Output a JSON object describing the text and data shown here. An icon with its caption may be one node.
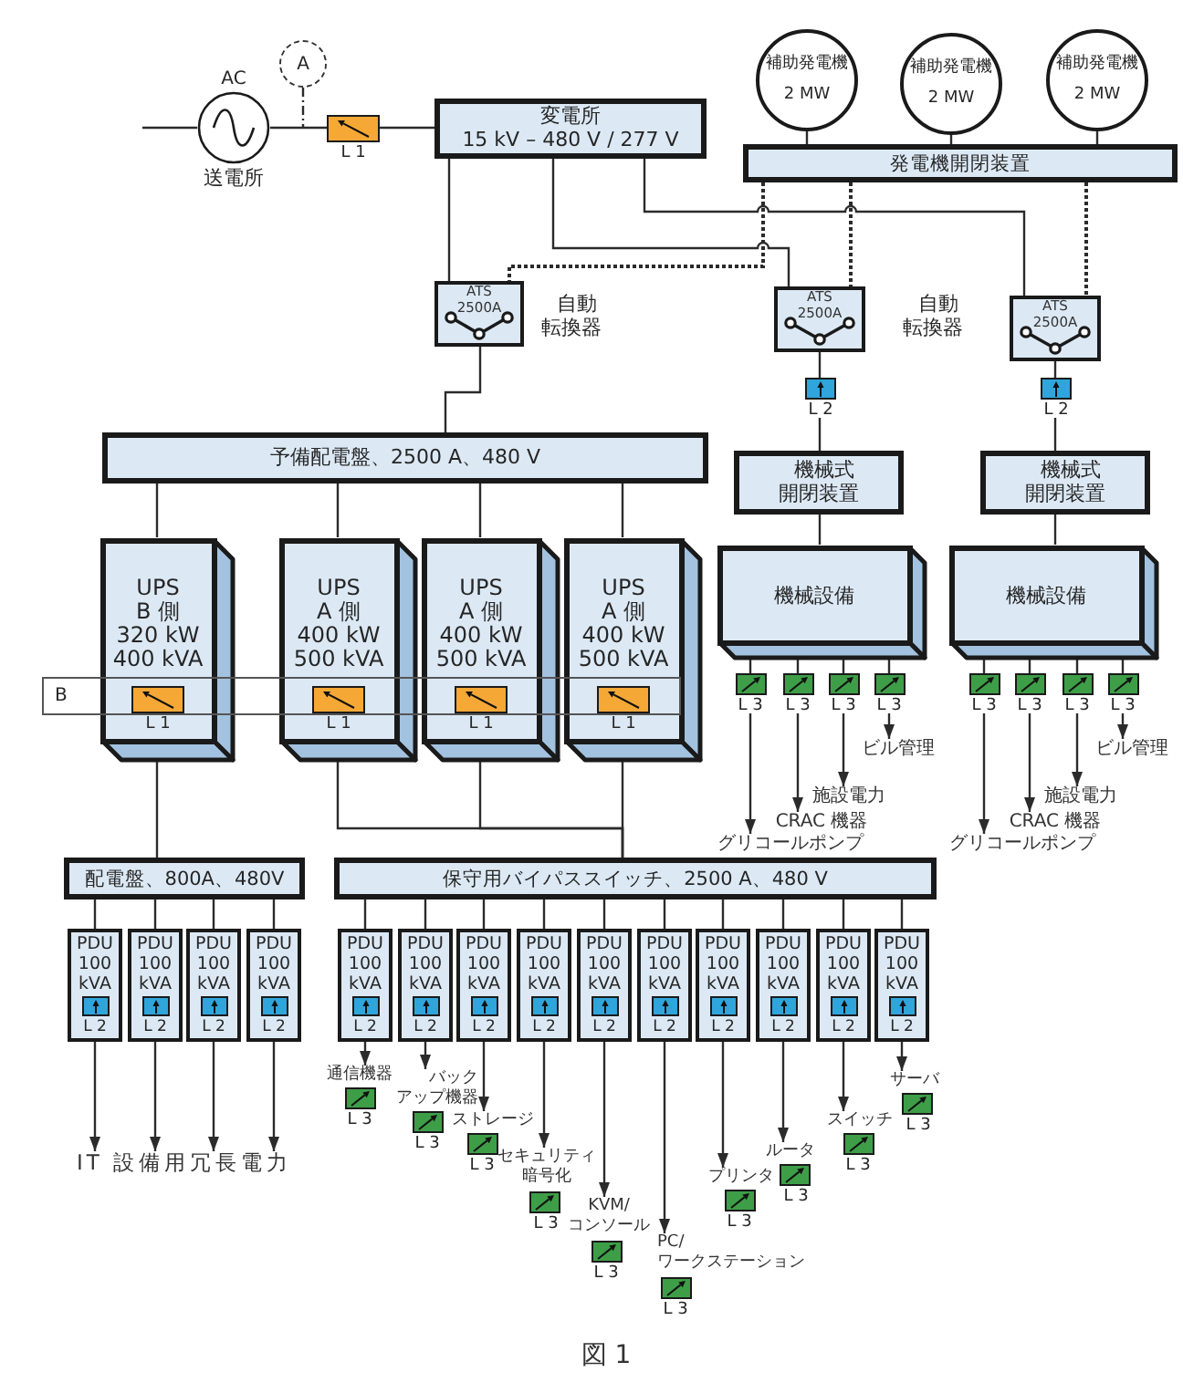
{
  "diagram": {
    "caption": "図 1",
    "nodes": [
      {
        "text": [
          "補助発電機",
          "2 MW"
        ]
      },
      {
        "text": [
          "補助発電機",
          "2 MW"
        ]
      },
      {
        "text": [
          "補助発電機",
          "2 MW"
        ]
      },
      {
        "text": [
          "A"
        ]
      },
      {
        "text": [
          "AC",
          "送電所"
        ]
      },
      {
        "text": [
          "L 1"
        ]
      },
      {
        "text": [
          "変電所",
          "15 kV – 480 V / 277 V"
        ]
      },
      {
        "text": [
          "発電機開閉装置"
        ]
      },
      {
        "text": [
          "ATS",
          "2500A"
        ],
        "beside": [
          "自動転換器"
        ]
      },
      {
        "text": [
          "ATS",
          "2500A"
        ],
        "beside": [
          "自動転換器"
        ]
      },
      {
        "text": [
          "ATS",
          "2500A"
        ]
      },
      {
        "text": [
          "L 2"
        ]
      },
      {
        "text": [
          "L 2"
        ]
      },
      {
        "text": [
          "予備配電盤、2500 A、480 V"
        ]
      },
      {
        "text": [
          "機械式開閉装置"
        ]
      },
      {
        "text": [
          "機械式開閉装置"
        ]
      },
      {
        "text": [
          "UPS",
          "B 側",
          "320 kW",
          "400 kVA"
        ]
      },
      {
        "text": [
          "L 1"
        ],
        "in": 16
      },
      {
        "text": [
          "UPS",
          "A 側",
          "400 kW",
          "500 kVA"
        ]
      },
      {
        "text": [
          "L 1"
        ],
        "in": 18
      },
      {
        "text": [
          "UPS",
          "A 側",
          "400 kW",
          "500 kVA"
        ]
      },
      {
        "text": [
          "L 1"
        ],
        "in": 20
      },
      {
        "text": [
          "UPS",
          "A 側",
          "400 kW",
          "500 kVA"
        ]
      },
      {
        "text": [
          "L 1"
        ],
        "in": 22
      },
      {
        "text": [
          "機械設備"
        ]
      },
      {
        "text": [
          "機械設備"
        ]
      },
      {
        "text": [
          "L 3"
        ]
      },
      {
        "text": [
          "L 3"
        ]
      },
      {
        "text": [
          "L 3"
        ]
      },
      {
        "text": [
          "L 3"
        ]
      },
      {
        "text": [
          "L 3"
        ]
      },
      {
        "text": [
          "L 3"
        ]
      },
      {
        "text": [
          "L 3"
        ]
      },
      {
        "text": [
          "L 3"
        ]
      },
      {
        "text": [
          "ビル管理"
        ]
      },
      {
        "text": [
          "施設電力"
        ]
      },
      {
        "text": [
          "CRAC 機器"
        ]
      },
      {
        "text": [
          "グリコールポンプ"
        ]
      },
      {
        "text": [
          "ビル管理"
        ]
      },
      {
        "text": [
          "施設電力"
        ]
      },
      {
        "text": [
          "CRAC 機器"
        ]
      },
      {
        "text": [
          "グリコールポンプ"
        ]
      },
      {
        "text": [
          "配電盤、800A、480V"
        ]
      },
      {
        "text": [
          "保守用バイパススイッチ、2500 A、480 V"
        ]
      },
      {
        "text": [
          "PDU",
          "100 kVA"
        ]
      },
      {
        "text": [
          "L 2"
        ],
        "in": 44
      },
      {
        "text": [
          "PDU",
          "100 kVA"
        ]
      },
      {
        "text": [
          "L 2"
        ],
        "in": 46
      },
      {
        "text": [
          "PDU",
          "100 kVA"
        ]
      },
      {
        "text": [
          "L 2"
        ],
        "in": 48
      },
      {
        "text": [
          "PDU",
          "100 kVA"
        ]
      },
      {
        "text": [
          "L 2"
        ],
        "in": 50
      },
      {
        "text": [
          "PDU",
          "100 kVA"
        ]
      },
      {
        "text": [
          "L 2"
        ],
        "in": 52
      },
      {
        "text": [
          "PDU",
          "100 kVA"
        ]
      },
      {
        "text": [
          "L 2"
        ],
        "in": 54
      },
      {
        "text": [
          "PDU",
          "100 kVA"
        ]
      },
      {
        "text": [
          "L 2"
        ],
        "in": 56
      },
      {
        "text": [
          "PDU",
          "100 kVA"
        ]
      },
      {
        "text": [
          "L 2"
        ],
        "in": 58
      },
      {
        "text": [
          "PDU",
          "100 kVA"
        ]
      },
      {
        "text": [
          "L 2"
        ],
        "in": 60
      },
      {
        "text": [
          "PDU",
          "100 kVA"
        ]
      },
      {
        "text": [
          "L 2"
        ],
        "in": 62
      },
      {
        "text": [
          "PDU",
          "100 kVA"
        ]
      },
      {
        "text": [
          "L 2"
        ],
        "in": 64
      },
      {
        "text": [
          "PDU",
          "100 kVA"
        ]
      },
      {
        "text": [
          "L 2"
        ],
        "in": 66
      },
      {
        "text": [
          "PDU",
          "100 kVA"
        ]
      },
      {
        "text": [
          "L 2"
        ],
        "in": 68
      },
      {
        "text": [
          "PDU",
          "100 kVA"
        ]
      },
      {
        "text": [
          "L 2"
        ],
        "in": 70
      },
      {
        "text": [
          "通信機器",
          "L 3"
        ]
      },
      {
        "text": [
          "バックアップ機器",
          "L 3"
        ]
      },
      {
        "text": [
          "ストレージ",
          "L 3"
        ]
      },
      {
        "text": [
          "セキュリティ暗号化",
          "L 3"
        ]
      },
      {
        "text": [
          "KVM/コンソール",
          "L 3"
        ]
      },
      {
        "text": [
          "PC/ワークステーション",
          "L 3"
        ]
      },
      {
        "text": [
          "プリンタ",
          "L 3"
        ]
      },
      {
        "text": [
          "ルータ",
          "L 3"
        ]
      },
      {
        "text": [
          "スイッチ",
          "L 3"
        ]
      },
      {
        "text": [
          "サーバ",
          "L 3"
        ]
      },
      {
        "text": [
          "IT 設備用冗長電力"
        ]
      }
    ],
    "edges": [
      {
        "from": null,
        "to": 4,
        "arrow": "none"
      },
      {
        "from": 4,
        "to": 5,
        "arrow": "none"
      },
      {
        "from": 3,
        "to": null,
        "arrow": "none",
        "style": "dashed"
      },
      {
        "from": 5,
        "to": 6,
        "arrow": "none"
      },
      {
        "from": 0,
        "to": 7,
        "arrow": "none"
      },
      {
        "from": 1,
        "to": 7,
        "arrow": "none"
      },
      {
        "from": 2,
        "to": 7,
        "arrow": "none"
      },
      {
        "from": 6,
        "to": 8,
        "arrow": "none"
      },
      {
        "from": 6,
        "to": 9,
        "arrow": "none"
      },
      {
        "from": 6,
        "to": 10,
        "arrow": "none"
      },
      {
        "from": 7,
        "to": 8,
        "arrow": "none",
        "style": "dashed"
      },
      {
        "from": 7,
        "to": 9,
        "arrow": "none",
        "style": "dashed"
      },
      {
        "from": 7,
        "to": 10,
        "arrow": "none",
        "style": "dashed"
      },
      {
        "from": 8,
        "to": 13,
        "arrow": "none"
      },
      {
        "from": 9,
        "to": 11,
        "arrow": "none"
      },
      {
        "from": 11,
        "to": 14,
        "arrow": "none"
      },
      {
        "from": 14,
        "to": 24,
        "arrow": "none"
      },
      {
        "from": 10,
        "to": 12,
        "arrow": "none"
      },
      {
        "from": 12,
        "to": 15,
        "arrow": "none"
      },
      {
        "from": 15,
        "to": 25,
        "arrow": "none"
      },
      {
        "from": 24,
        "to": 26,
        "arrow": "none"
      },
      {
        "from": 24,
        "to": 27,
        "arrow": "none"
      },
      {
        "from": 24,
        "to": 28,
        "arrow": "none"
      },
      {
        "from": 24,
        "to": 29,
        "arrow": "none"
      },
      {
        "from": 25,
        "to": 30,
        "arrow": "none"
      },
      {
        "from": 25,
        "to": 31,
        "arrow": "none"
      },
      {
        "from": 25,
        "to": 32,
        "arrow": "none"
      },
      {
        "from": 25,
        "to": 33,
        "arrow": "none"
      },
      {
        "from": 26,
        "to": 37,
        "arrow": "to"
      },
      {
        "from": 27,
        "to": 36,
        "arrow": "to"
      },
      {
        "from": 28,
        "to": 35,
        "arrow": "to"
      },
      {
        "from": 29,
        "to": 34,
        "arrow": "to"
      },
      {
        "from": 30,
        "to": 41,
        "arrow": "to"
      },
      {
        "from": 31,
        "to": 40,
        "arrow": "to"
      },
      {
        "from": 32,
        "to": 39,
        "arrow": "to"
      },
      {
        "from": 33,
        "to": 38,
        "arrow": "to"
      },
      {
        "from": 13,
        "to": 16,
        "arrow": "none"
      },
      {
        "from": 13,
        "to": 18,
        "arrow": "none"
      },
      {
        "from": 13,
        "to": 20,
        "arrow": "none"
      },
      {
        "from": 13,
        "to": 22,
        "arrow": "none"
      },
      {
        "from": 16,
        "to": 42,
        "arrow": "none"
      },
      {
        "from": 18,
        "to": 43,
        "arrow": "none"
      },
      {
        "from": 20,
        "to": 43,
        "arrow": "none"
      },
      {
        "from": 22,
        "to": 43,
        "arrow": "none"
      },
      {
        "from": 42,
        "to": 44,
        "arrow": "none"
      },
      {
        "from": 42,
        "to": 46,
        "arrow": "none"
      },
      {
        "from": 42,
        "to": 48,
        "arrow": "none"
      },
      {
        "from": 42,
        "to": 50,
        "arrow": "none"
      },
      {
        "from": 44,
        "to": 82,
        "arrow": "to"
      },
      {
        "from": 46,
        "to": 82,
        "arrow": "to"
      },
      {
        "from": 48,
        "to": 82,
        "arrow": "to"
      },
      {
        "from": 50,
        "to": 82,
        "arrow": "to"
      },
      {
        "from": 43,
        "to": 52,
        "arrow": "none"
      },
      {
        "from": 43,
        "to": 54,
        "arrow": "none"
      },
      {
        "from": 43,
        "to": 56,
        "arrow": "none"
      },
      {
        "from": 43,
        "to": 58,
        "arrow": "none"
      },
      {
        "from": 43,
        "to": 60,
        "arrow": "none"
      },
      {
        "from": 43,
        "to": 62,
        "arrow": "none"
      },
      {
        "from": 43,
        "to": 64,
        "arrow": "none"
      },
      {
        "from": 43,
        "to": 66,
        "arrow": "none"
      },
      {
        "from": 43,
        "to": 68,
        "arrow": "none"
      },
      {
        "from": 43,
        "to": 70,
        "arrow": "none"
      },
      {
        "from": 52,
        "to": 72,
        "arrow": "to"
      },
      {
        "from": 54,
        "to": 73,
        "arrow": "to"
      },
      {
        "from": 56,
        "to": 74,
        "arrow": "to"
      },
      {
        "from": 58,
        "to": 75,
        "arrow": "to"
      },
      {
        "from": 60,
        "to": 76,
        "arrow": "to"
      },
      {
        "from": 62,
        "to": 77,
        "arrow": "to"
      },
      {
        "from": 64,
        "to": 78,
        "arrow": "to"
      },
      {
        "from": 66,
        "to": 79,
        "arrow": "to"
      },
      {
        "from": 68,
        "to": 80,
        "arrow": "to"
      },
      {
        "from": 70,
        "to": 81,
        "arrow": "to"
      }
    ],
    "labels": [
      "B"
    ]
  }
}
